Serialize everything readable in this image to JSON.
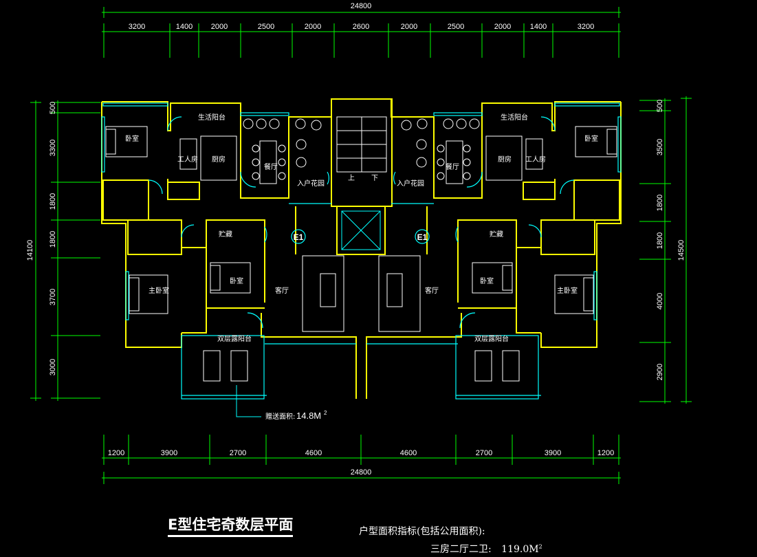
{
  "dimensions": {
    "top_total": "24800",
    "top_segments": [
      "3200",
      "1400",
      "2000",
      "2500",
      "2000",
      "2600",
      "2000",
      "2500",
      "2000",
      "1400",
      "3200"
    ],
    "bottom_segments": [
      "1200",
      "3900",
      "2700",
      "4600",
      "4600",
      "2700",
      "3900",
      "1200"
    ],
    "bottom_total": "24800",
    "left_total": "14100",
    "left_segments": [
      "500",
      "3300",
      "1800",
      "1800",
      "3700",
      "3000"
    ],
    "right_total": "14500",
    "right_segments": [
      "500",
      "3500",
      "1800",
      "1800",
      "4000",
      "2900"
    ]
  },
  "rooms": {
    "left": {
      "bedroom_top": "卧室",
      "service_balcony": "生活阳台",
      "maid_room": "工人房",
      "kitchen": "厨房",
      "dining": "餐厅",
      "entry_garden": "入户花园",
      "storage": "贮藏",
      "bedroom_mid": "卧室",
      "master_bedroom": "主卧室",
      "living": "客厅",
      "double_balcony": "双层露阳台"
    },
    "right": {
      "bedroom_top": "卧室",
      "service_balcony": "生活阳台",
      "maid_room": "工人房",
      "kitchen": "厨房",
      "dining": "餐厅",
      "entry_garden": "入户花园",
      "storage": "贮藏",
      "bedroom_mid": "卧室",
      "master_bedroom": "主卧室",
      "living": "客厅",
      "double_balcony": "双层露阳台"
    },
    "stair_up": "上",
    "stair_down": "下",
    "unit_tag_left": "E1",
    "unit_tag_right": "E1"
  },
  "bonus_area": {
    "label": "赠送面积:",
    "value": "14.8M",
    "sup": "2"
  },
  "title": "E型住宅奇数层平面",
  "area_index": {
    "label": "户型面积指标(包括公用面积):",
    "layout": "三房二厅二卫:",
    "value": "119.0M",
    "sup": "2"
  },
  "colors": {
    "background": "#000000",
    "dimension_lines": "#00ff00",
    "walls": "#ffff00",
    "windows": "#00ffff",
    "fixtures": "#ffffff",
    "text": "#ffffff"
  }
}
